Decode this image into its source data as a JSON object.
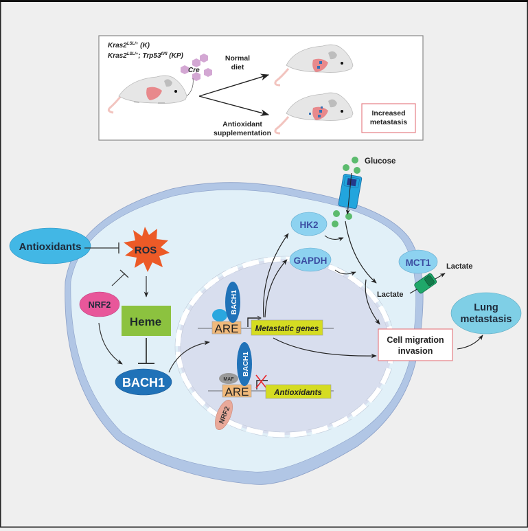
{
  "panel": {
    "genotype_1": {
      "gene": "Kras2",
      "sup": "LSL/+",
      "suffix": "(K)"
    },
    "genotype_2": {
      "gene1": "Kras2",
      "sup1": "LSL/+",
      "sep": ";",
      "gene2": "Trp53",
      "sup2": "fl/fl",
      "suffix": "(KP)"
    },
    "cre_label": "Cre",
    "arm_top": [
      "Normal",
      "diet"
    ],
    "arm_bottom": [
      "Antioxidant",
      "supplementation"
    ],
    "outcome": [
      "Increased",
      "metastasis"
    ]
  },
  "pathway": {
    "antioxidants_ext": "Antioxidants",
    "ros": "ROS",
    "nrf2": "NRF2",
    "heme": "Heme",
    "bach1": "BACH1",
    "glucose": "Glucose",
    "hk2": "HK2",
    "gapdh": "GAPDH",
    "mct1": "MCT1",
    "lactate_in": "Lactate",
    "lactate_out": "Lactate",
    "cell_migration": [
      "Cell migration",
      "invasion"
    ],
    "lung_metastasis": [
      "Lung",
      "metastasis"
    ]
  },
  "nucleus": {
    "gene_row_1": {
      "bound": "BACH1",
      "element": "ARE",
      "target": "Metastatic genes"
    },
    "gene_row_2": {
      "bound": "BACH1",
      "partner": "MAF",
      "element": "ARE",
      "target": "Antioxidants",
      "blocked": true
    },
    "nrf2_displaced": "NRF2"
  },
  "colors": {
    "background": "#efefef",
    "cytoplasm": "#e1f0f8",
    "membrane": "#b1c6e5",
    "nucleus": "#d8deee",
    "antioxidants": "#42b7e5",
    "ros": "#ec5a27",
    "nrf2": "#e8579a",
    "heme": "#8cc23f",
    "bach1": "#2072b8",
    "enzyme": "#8dd2f0",
    "enzyme_text": "#3a4ba0",
    "lung": "#7fcfe6",
    "are": "#f0b97b",
    "gene": "#d5dc22",
    "glut": "#22a5dd",
    "mct": "#1fa86a",
    "glucose_dot": "#5cbb6e",
    "outcome_border": "#e57f85",
    "nrf2_faded": "#e9a99a",
    "maf": "#9a9a9a",
    "block_x": "#e8262c"
  }
}
